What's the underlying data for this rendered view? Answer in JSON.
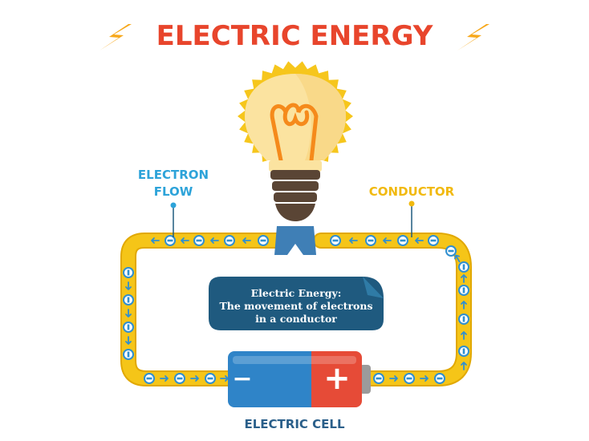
{
  "title": "ELECTRIC ENERGY",
  "labels": {
    "electron_flow_line1": "ELECTRON",
    "electron_flow_line2": "FLOW",
    "conductor": "CONDUCTOR",
    "electric_cell": "ELECTRIC CELL"
  },
  "note": {
    "line1": "Electric Energy:",
    "line2": "The movement of electrons",
    "line3": "in a conductor"
  },
  "battery": {
    "positive_symbol": "+",
    "negative_symbol": "−"
  },
  "icons": [
    "lightning-bolt-icon",
    "light-bulb-icon",
    "battery-icon",
    "electron-icon",
    "arrow-icon"
  ],
  "colors": {
    "title": "#e8452c",
    "bolt": "#f7a81b",
    "conductor": "#f5c518",
    "wire_outline": "#e1a800",
    "electron": "#2f8fd0",
    "electron_flow_label": "#2da3d9",
    "conductor_label": "#f1b90f",
    "cell_label": "#2a5f8a",
    "note_box": "#1f5a7f",
    "bulb_glow": "#f6c61c",
    "bulb_glass": "#fbe3a0",
    "filament": "#f58a1b",
    "socket": "#5a4535",
    "clip": "#3f7fb6",
    "battery_blue": "#2f84c8",
    "battery_red": "#e64b37",
    "battery_cap": "#9b9b9b"
  }
}
